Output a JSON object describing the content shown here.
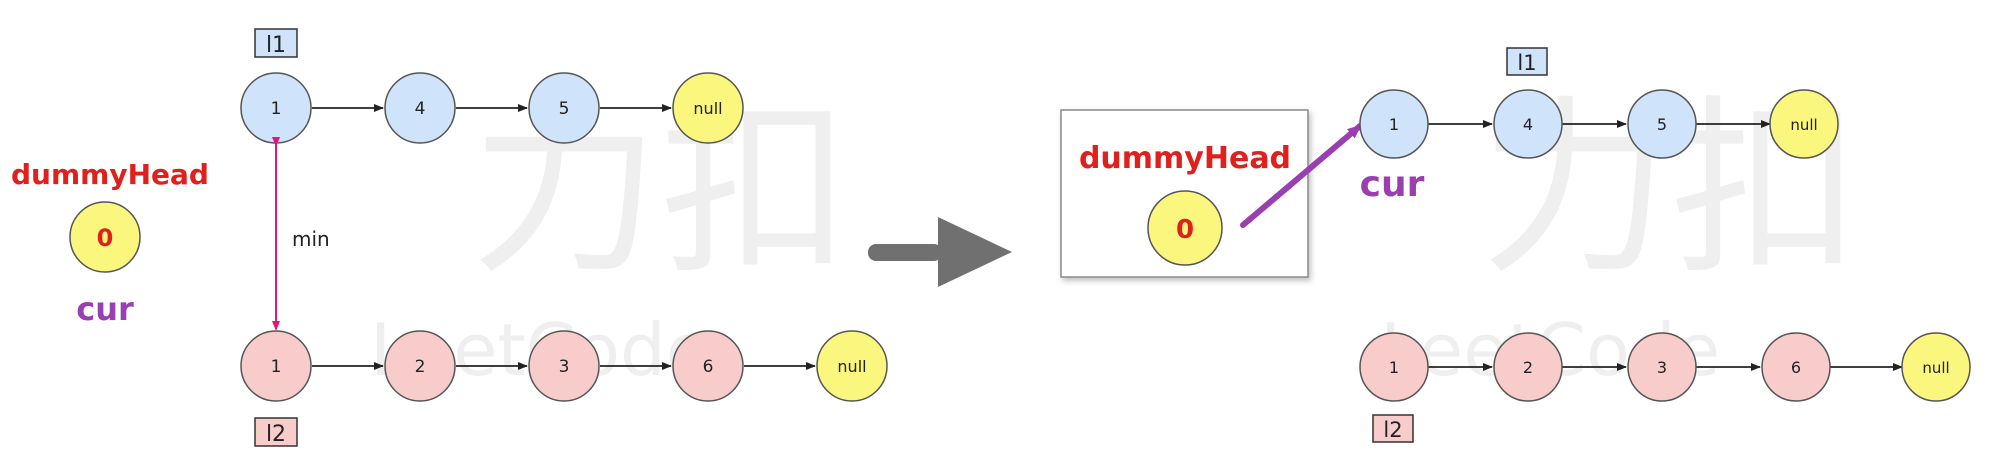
{
  "colors": {
    "l1_fill": "#cfe3fa",
    "l2_fill": "#f9cccc",
    "null_fill": "#fbf77e",
    "dummy_fill": "#fbf77e",
    "label_red": "#e0201c",
    "cur_purple": "#9a3fb0",
    "min_pink": "#e8127c",
    "arrow_gray": "#707070",
    "stroke": "#555555"
  },
  "watermark": {
    "cjk": "力扣",
    "latin": "LeetCode"
  },
  "left": {
    "dummy": {
      "label": "dummyHead",
      "value": "0"
    },
    "cur_label": "cur",
    "l1_tag": "l1",
    "l2_tag": "l2",
    "l1_nodes": [
      "1",
      "4",
      "5",
      "null"
    ],
    "l2_nodes": [
      "1",
      "2",
      "3",
      "6",
      "null"
    ],
    "min_label": "min"
  },
  "right": {
    "dummy": {
      "label": "dummyHead",
      "value": "0"
    },
    "cur_label": "cur",
    "l1_tag": "l1",
    "l2_tag": "l2",
    "l1_nodes": [
      "1",
      "4",
      "5",
      "null"
    ],
    "l2_nodes": [
      "1",
      "2",
      "3",
      "6",
      "null"
    ]
  }
}
